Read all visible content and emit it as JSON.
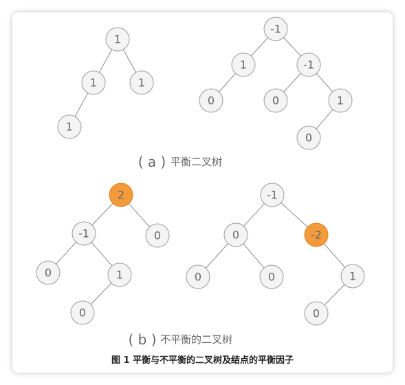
{
  "caption_a": {
    "paren": "( a )",
    "label": "平衡二叉树"
  },
  "caption_b": {
    "paren": "( b )",
    "label": "不平衡的二叉树"
  },
  "figure_title": "图 1 平衡与不平衡的二叉树及结点的平衡因子",
  "colors": {
    "highlight": "#f39a3a",
    "node_fill": "#f4f4f4",
    "edge": "#8a8a8a"
  },
  "trees": [
    {
      "id": "a1",
      "nodes": [
        {
          "id": "r",
          "value": "1"
        },
        {
          "id": "l",
          "value": "1",
          "parent": "r"
        },
        {
          "id": "rr",
          "value": "1",
          "parent": "r"
        },
        {
          "id": "ll",
          "value": "1",
          "parent": "l"
        }
      ]
    },
    {
      "id": "a2",
      "nodes": [
        {
          "id": "r",
          "value": "-1"
        },
        {
          "id": "l",
          "value": "1",
          "parent": "r"
        },
        {
          "id": "rt",
          "value": "-1",
          "parent": "r"
        },
        {
          "id": "ll",
          "value": "0",
          "parent": "l"
        },
        {
          "id": "rl",
          "value": "0",
          "parent": "rt"
        },
        {
          "id": "rr",
          "value": "1",
          "parent": "rt"
        },
        {
          "id": "rrl",
          "value": "0",
          "parent": "rr"
        }
      ]
    },
    {
      "id": "b1",
      "nodes": [
        {
          "id": "r",
          "value": "2",
          "highlight": true
        },
        {
          "id": "l",
          "value": "-1",
          "parent": "r"
        },
        {
          "id": "rt",
          "value": "0",
          "parent": "r"
        },
        {
          "id": "ll",
          "value": "0",
          "parent": "l"
        },
        {
          "id": "lr",
          "value": "1",
          "parent": "l"
        },
        {
          "id": "lrl",
          "value": "0",
          "parent": "lr"
        }
      ]
    },
    {
      "id": "b2",
      "nodes": [
        {
          "id": "r",
          "value": "-1"
        },
        {
          "id": "l",
          "value": "0",
          "parent": "r"
        },
        {
          "id": "rt",
          "value": "-2",
          "parent": "r",
          "highlight": true
        },
        {
          "id": "ll",
          "value": "0",
          "parent": "l"
        },
        {
          "id": "lr",
          "value": "0",
          "parent": "l"
        },
        {
          "id": "rr",
          "value": "1",
          "parent": "rt"
        },
        {
          "id": "rrl",
          "value": "0",
          "parent": "rr"
        }
      ]
    }
  ]
}
